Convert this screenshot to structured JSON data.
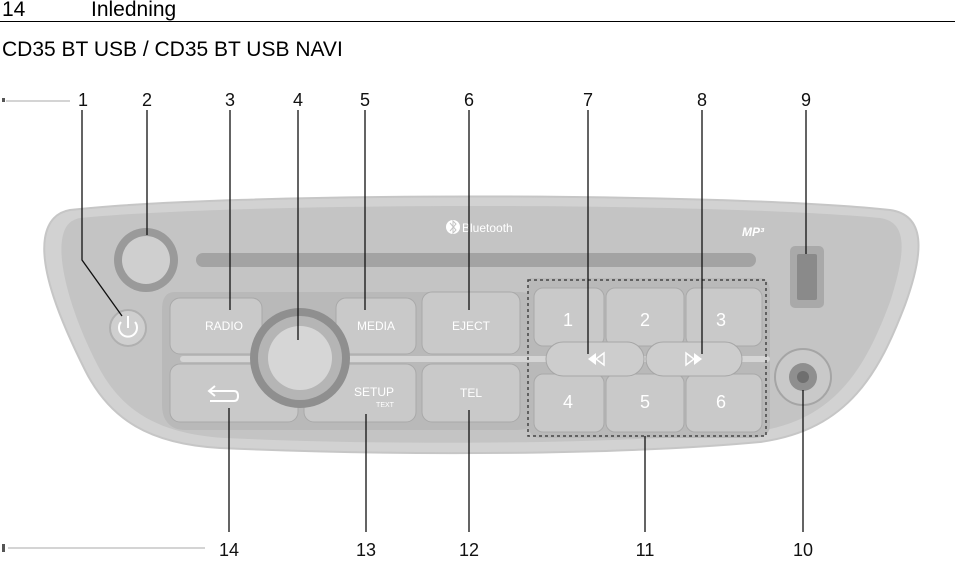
{
  "header": {
    "page_number": "14",
    "chapter": "Inledning"
  },
  "section": {
    "title": "CD35 BT USB / CD35 BT USB NAVI"
  },
  "figure": {
    "top_callouts": [
      "1",
      "2",
      "3",
      "4",
      "5",
      "6",
      "7",
      "8",
      "9"
    ],
    "bottom_callouts": [
      "14",
      "13",
      "12",
      "11",
      "10"
    ],
    "buttons": {
      "radio": "RADIO",
      "media": "MEDIA",
      "eject": "EJECT",
      "setup": "SETUP",
      "setup_sub": "TEXT",
      "tel": "TEL"
    },
    "presets": [
      "1",
      "2",
      "3",
      "4",
      "5",
      "6"
    ],
    "bluetooth": "Bluetooth",
    "mp3": "MP³"
  }
}
